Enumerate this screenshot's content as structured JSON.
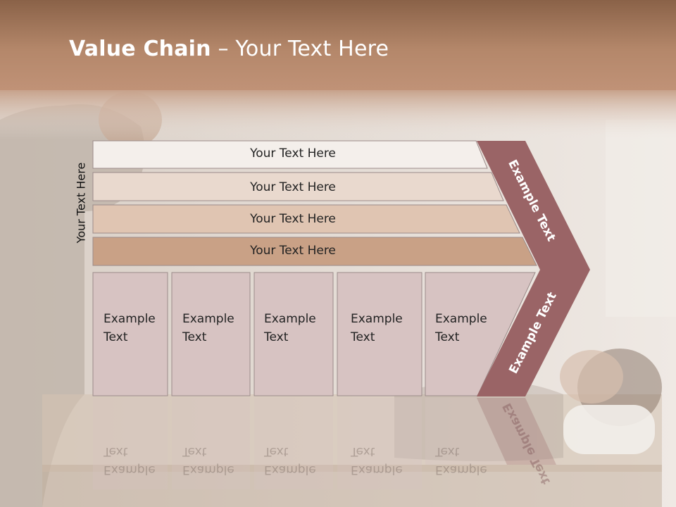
{
  "slide": {
    "title_bold": "Value Chain",
    "title_rest": " – Your Text Here",
    "side_label": "Your Text Here"
  },
  "rows": [
    {
      "label": "Your Text Here",
      "fill": "#f4efeb"
    },
    {
      "label": "Your Text Here",
      "fill": "#e9d9ce"
    },
    {
      "label": "Your Text Here",
      "fill": "#e0c5b2"
    },
    {
      "label": "Your Text Here",
      "fill": "#c9a186"
    }
  ],
  "boxes": [
    {
      "line1": "Example",
      "line2": "Text"
    },
    {
      "line1": "Example",
      "line2": "Text"
    },
    {
      "line1": "Example",
      "line2": "Text"
    },
    {
      "line1": "Example",
      "line2": "Text"
    },
    {
      "line1": "Example",
      "line2": "Text"
    }
  ],
  "chevron": {
    "top_label": "Example Text",
    "bottom_label": "Example Text",
    "fill": "#9a6466"
  },
  "colors": {
    "header": "#a87a5a",
    "box_fill": "#d7c3c2",
    "box_border": "#9b8b8a"
  }
}
